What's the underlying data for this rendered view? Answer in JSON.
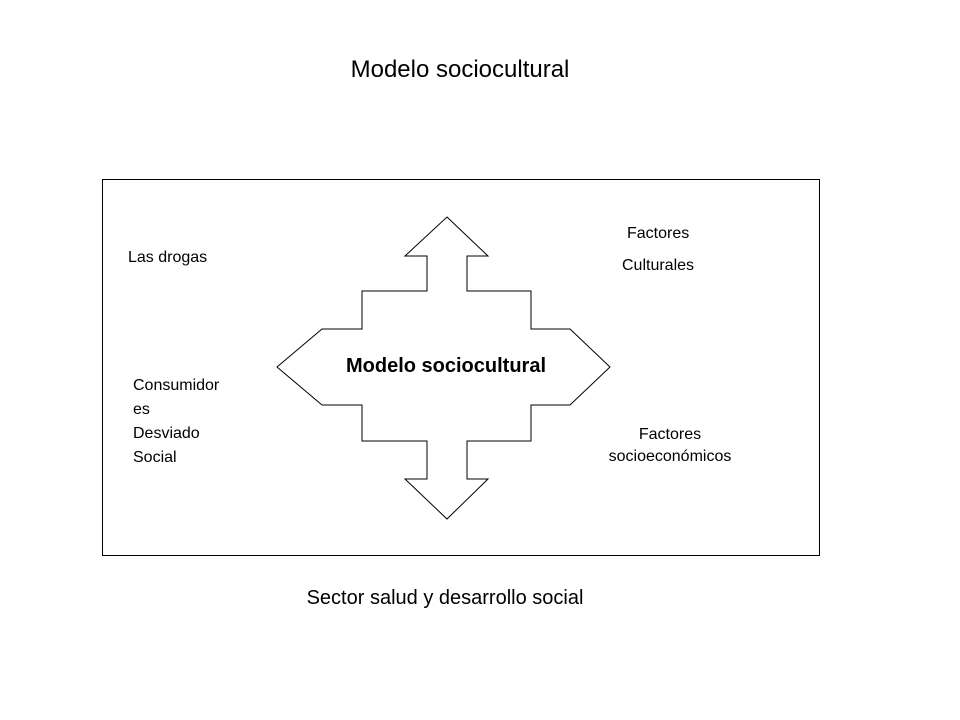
{
  "title": "Modelo sociocultural",
  "center_label": "Modelo sociocultural",
  "labels": {
    "top_left": "Las drogas",
    "top_right": [
      "Factores",
      "Culturales"
    ],
    "bottom_left": [
      "Consumidor",
      "es",
      "Desviado",
      "Social"
    ],
    "bottom_right": [
      "Factores",
      "socioeconómicos"
    ]
  },
  "footer": "Sector salud y desarrollo social"
}
